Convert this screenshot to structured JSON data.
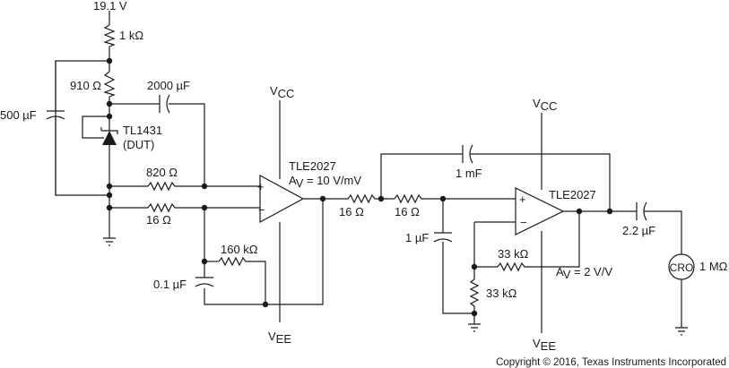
{
  "labels": {
    "supply": "19.1 V",
    "r_top": "1 kΩ",
    "r_910": "910 Ω",
    "c_2000": "2000 µF",
    "c_500": "500 µF",
    "dut_name": "TL1431",
    "dut_tag": "(DUT)",
    "r_820": "820 Ω",
    "r_16_in": "16 Ω",
    "r_160k": "160 kΩ",
    "c_01": "0.1 µF",
    "vcc_v": "V",
    "vcc_sub": "CC",
    "vee_v": "V",
    "vee_sub": "EE",
    "opamp1_name": "TLE2027",
    "opamp1_gain_pre": "A",
    "opamp1_gain_sub": "V",
    "opamp1_gain_val": " = 10 V/mV",
    "r_16_a": "16 Ω",
    "r_16_b": "16 Ω",
    "c_1m": "1 mF",
    "c_1u": "1 µF",
    "opamp2_name": "TLE2027",
    "r_33k_fb": "33 kΩ",
    "r_33k_gnd": "33 kΩ",
    "opamp2_gain_pre": "A",
    "opamp2_gain_sub": "V",
    "opamp2_gain_val": " = 2 V/V",
    "c_22": "2.2 µF",
    "cro": "CRO",
    "r_1M": "1 MΩ",
    "plus": "+",
    "minus": "−",
    "copyright": "Copyright © 2016, Texas Instruments Incorporated"
  }
}
